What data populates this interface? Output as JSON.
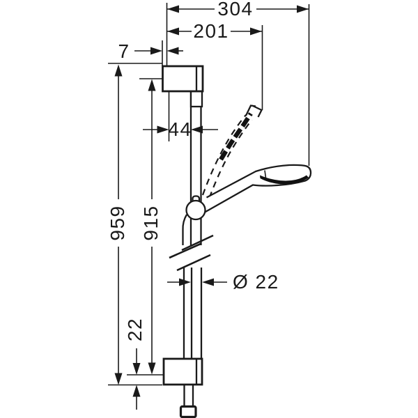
{
  "drawing": {
    "background": "#ffffff",
    "line_color": "#1a1a1a",
    "description": "Side-view dimension drawing of a wall-mounted shower slide bar with hand shower, hose and an alternate dashed hand-shower position",
    "dimensions": {
      "overall_depth": "304",
      "depth_to_head_pivot": "201",
      "wall_offset": "7",
      "bar_to_wall_offset": "44",
      "rail_overall_length": "959",
      "bracket_center_distance": "915",
      "rail_end_offset": "22",
      "bar_diameter": "Ø 22"
    }
  }
}
